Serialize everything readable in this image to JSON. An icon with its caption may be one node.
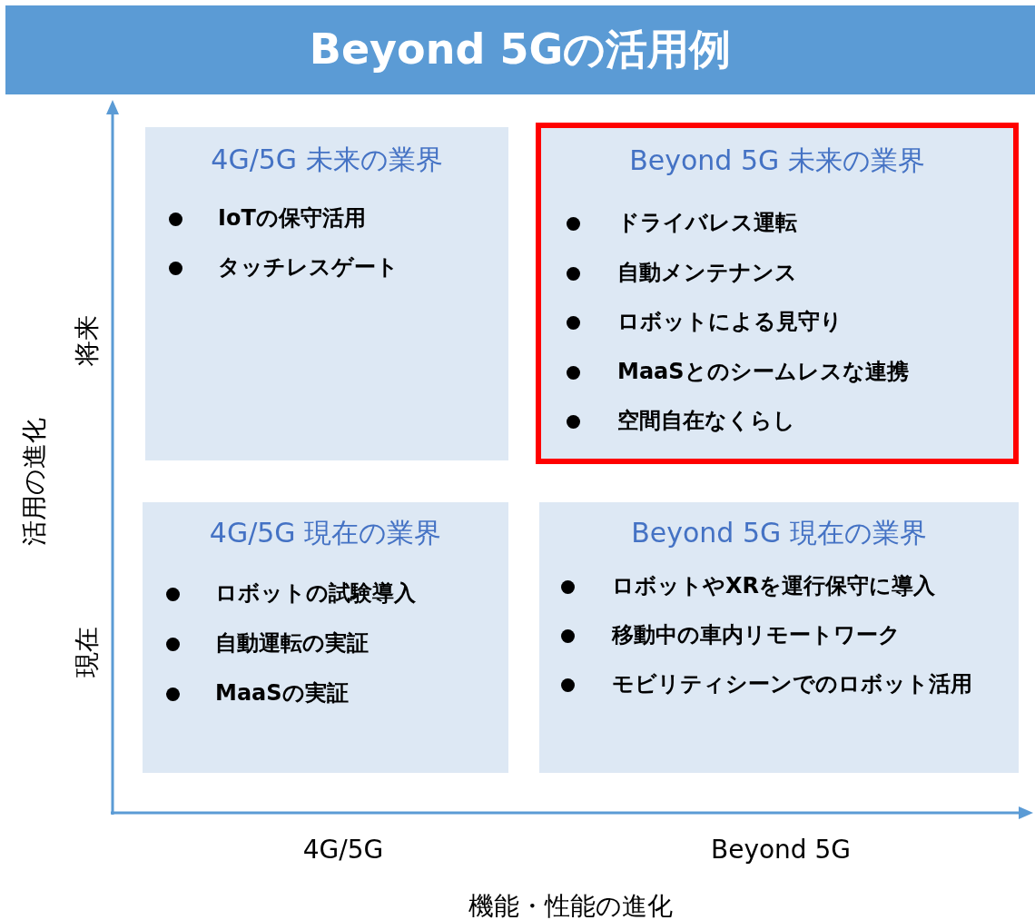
{
  "diagram": {
    "title": "Beyond 5Gの活用例",
    "nodes": [
      {
        "text": [
          "4G/5G 未来の業界",
          "IoTの保守活用",
          "タッチレスゲート"
        ]
      },
      {
        "text": [
          "Beyond 5G 未来の業界",
          "ドライバレス運転",
          "自動メンテナンス",
          "ロボットによる見守り",
          "MaaSとのシームレスな連携",
          "空間自在なくらし"
        ]
      },
      {
        "text": [
          "4G/5G 現在の業界",
          "ロボットの試験導入",
          "自動運転の実証",
          "MaaSの実証"
        ]
      },
      {
        "text": [
          "Beyond 5G 現在の業界",
          "ロボットやXRを運行保守に導入",
          "移動中の車内リモートワーク",
          "モビリティシーンでのロボット活用"
        ]
      }
    ],
    "labels": [
      "将来",
      "現在",
      "活用の進化",
      "4G/5G",
      "Beyond 5G",
      "機能・性能の進化"
    ]
  }
}
